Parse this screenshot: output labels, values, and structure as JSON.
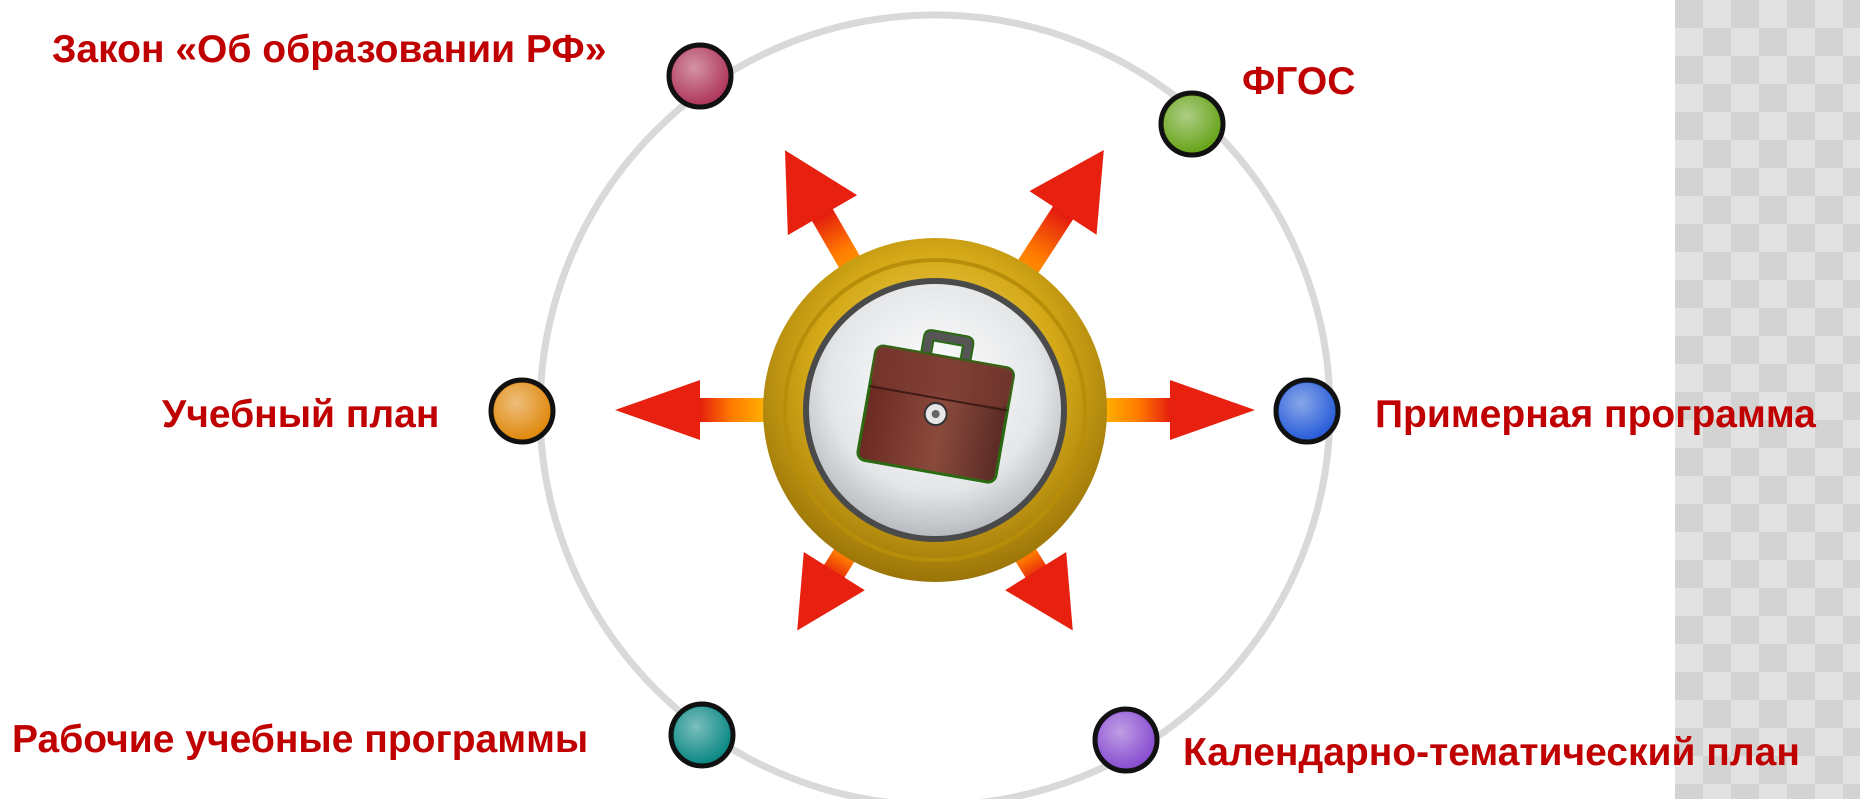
{
  "nodes": {
    "law": {
      "label": "Закон «Об образовании РФ»",
      "color": "#b03a5e"
    },
    "fgos": {
      "label": "ФГОС",
      "color": "#6aa51e"
    },
    "curriculum": {
      "label": "Учебный план",
      "color": "#e08a10"
    },
    "model_program": {
      "label": "Примерная программа",
      "color": "#2a5fd9"
    },
    "work_programs": {
      "label": "Рабочие учебные программы",
      "color": "#0e8a86"
    },
    "calendar_plan": {
      "label": "Календарно-тематический план",
      "color": "#8a4fd0"
    }
  },
  "center": {
    "icon": "briefcase-icon",
    "ring_color": "#d4a817"
  },
  "accent": {
    "text": "#c00000",
    "arrow_tip": "#e82010",
    "arrow_base": "#ffb400",
    "outer_ring": "#d9d9d9"
  }
}
